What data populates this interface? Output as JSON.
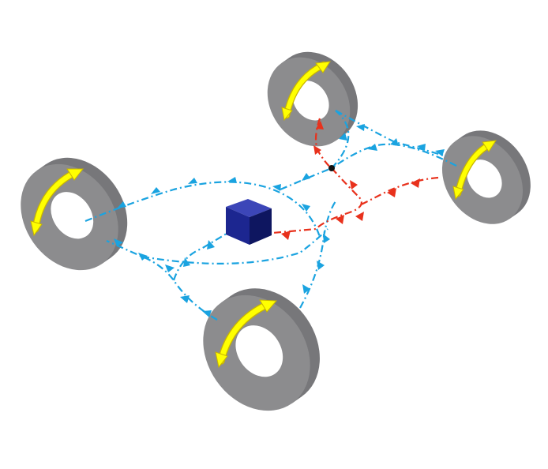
{
  "diagram": {
    "colors": {
      "background": "#ffffff",
      "tire": "#8c8c8e",
      "tire_edge": "#77777a",
      "hub": "#ffffff",
      "rotation_arrow": "#ffff00",
      "rotation_arrow_outline": "#c8b400",
      "signal_blue": "#1aa3e0",
      "signal_red": "#e8311c",
      "hub_box_top": "#3c46b8",
      "hub_box_front": "#1c2690",
      "hub_box_side": "#0e1660",
      "junction_dot": "#111111"
    },
    "nodes": [
      {
        "id": "wheel-front-left",
        "kind": "wheel"
      },
      {
        "id": "wheel-front-right",
        "kind": "wheel"
      },
      {
        "id": "wheel-rear-left",
        "kind": "wheel"
      },
      {
        "id": "wheel-rear-right",
        "kind": "wheel"
      },
      {
        "id": "control-unit",
        "kind": "box"
      },
      {
        "id": "junction",
        "kind": "dot"
      }
    ],
    "links": [
      {
        "id": "link-fl-to-unit",
        "color": "blue"
      },
      {
        "id": "link-rl-to-fl",
        "color": "blue"
      },
      {
        "id": "link-rl-to-unit",
        "color": "blue"
      },
      {
        "id": "link-fl-to-rr",
        "color": "blue"
      },
      {
        "id": "link-rear-to-rr-lower",
        "color": "blue"
      },
      {
        "id": "link-unit-to-rr-lower",
        "color": "blue"
      },
      {
        "id": "link-rr-lower-to-junction",
        "color": "blue"
      },
      {
        "id": "link-junction-to-fr",
        "color": "blue"
      },
      {
        "id": "link-rr-to-fr",
        "color": "blue"
      },
      {
        "id": "link-fr-to-junction",
        "color": "red"
      },
      {
        "id": "link-junction-to-unit",
        "color": "red"
      },
      {
        "id": "link-fr-right-to-unit",
        "color": "red"
      }
    ]
  }
}
